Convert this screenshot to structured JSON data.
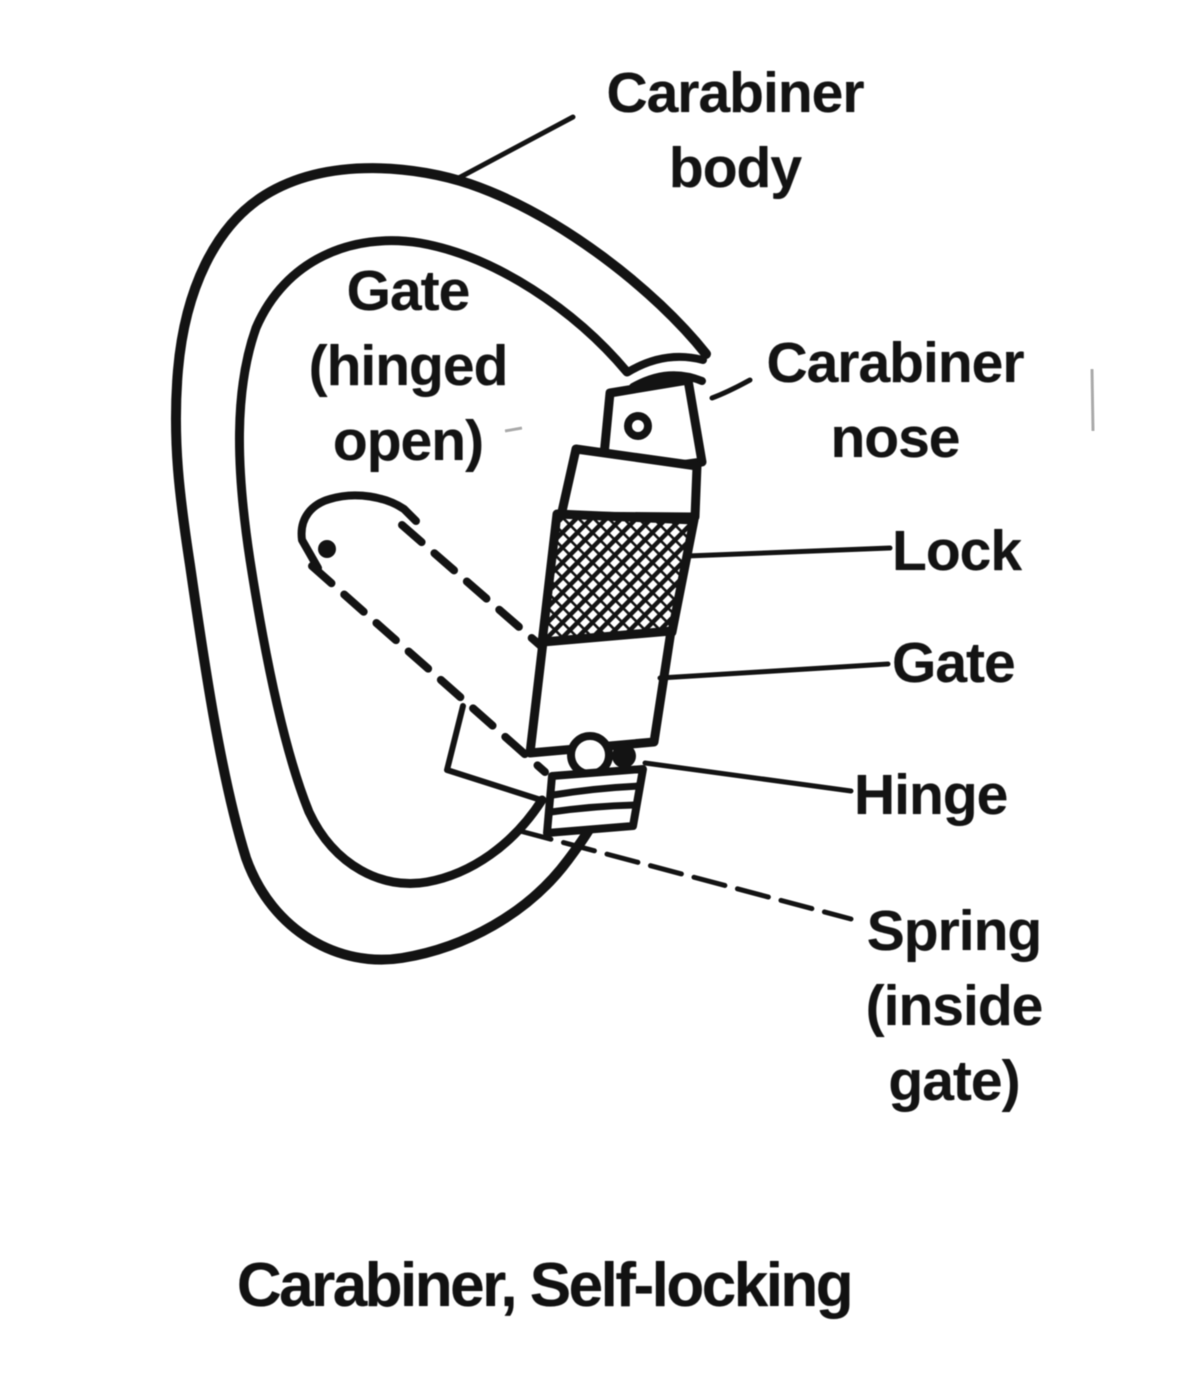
{
  "figure": {
    "caption": "Carabiner, Self-locking",
    "colors": {
      "ink": "#161616",
      "paper": "#ffffff"
    },
    "labels": {
      "carabiner_body": {
        "line1": "Carabiner",
        "line2": "body"
      },
      "gate_hinged_open": {
        "line1": "Gate",
        "line2": "(hinged",
        "line3": "open)"
      },
      "carabiner_nose": {
        "line1": "Carabiner",
        "line2": "nose"
      },
      "lock": "Lock",
      "gate": "Gate",
      "hinge": "Hinge",
      "spring": {
        "line1": "Spring",
        "line2": "(inside",
        "line3": "gate)"
      }
    }
  }
}
